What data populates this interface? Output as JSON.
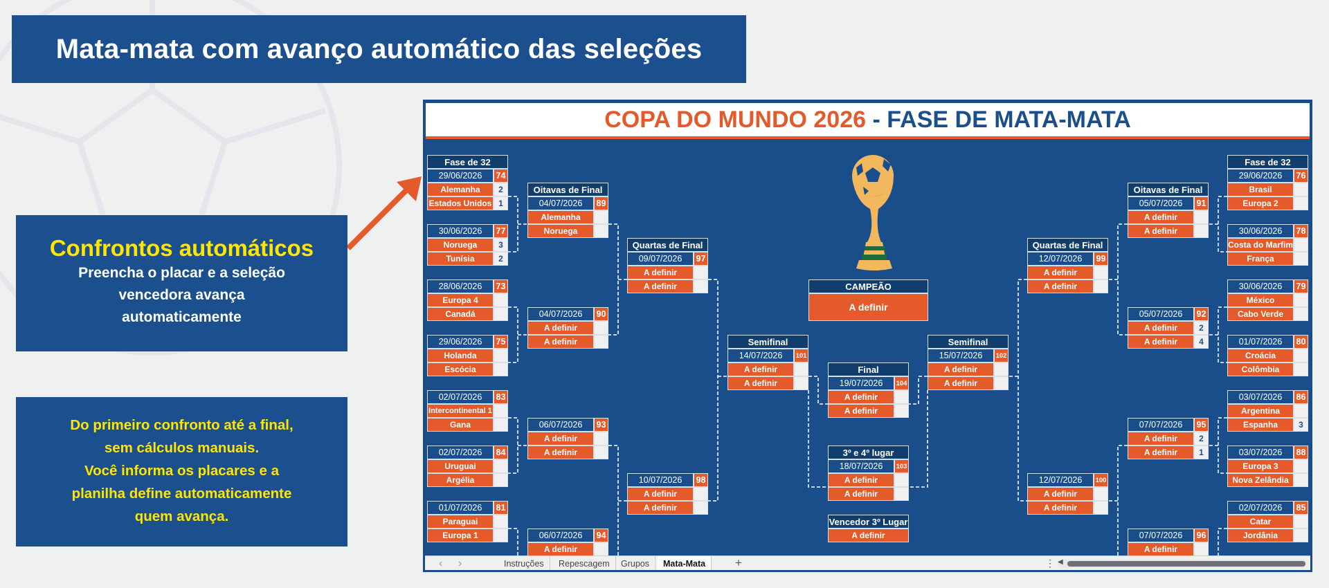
{
  "colors": {
    "brand_blue": "#1c4f8d",
    "sheet_blue": "#1a4e8b",
    "header_navy": "#123e6e",
    "orange": "#e55a2b",
    "yellow": "#ffe600",
    "score_bg": "#f0f0f0"
  },
  "banner": {
    "title": "Mata-mata com avanço automático das seleções"
  },
  "callout_auto": {
    "heading": "Confrontos automáticos",
    "lines": [
      "Preencha o placar e a seleção",
      "vencedora avança",
      "automaticamente"
    ]
  },
  "callout_manual": {
    "lines": [
      "Do primeiro confronto até a final,",
      "sem cálculos manuais.",
      "Você informa os placares e a",
      "planilha define automaticamente",
      "quem avança."
    ]
  },
  "sheet": {
    "title_part1": "COPA DO MUNDO 2026",
    "title_part2": " - FASE DE MATA-MATA"
  },
  "bracket": {
    "labels": {
      "r32": "Fase de 32",
      "r16": "Oitavas de Final",
      "qf": "Quartas de Final",
      "sf": "Semifinal",
      "final": "Final",
      "third": "3º e 4º lugar",
      "third_winner": "Vencedor 3º Lugar",
      "champion": "CAMPEÃO"
    },
    "left": {
      "r32": [
        {
          "date": "29/06/2026",
          "match": "74",
          "teams": [
            {
              "name": "Alemanha",
              "score": "2"
            },
            {
              "name": "Estados Unidos",
              "score": "1"
            }
          ]
        },
        {
          "date": "30/06/2026",
          "match": "77",
          "teams": [
            {
              "name": "Noruega",
              "score": "3"
            },
            {
              "name": "Tunísia",
              "score": "2"
            }
          ]
        },
        {
          "date": "28/06/2026",
          "match": "73",
          "teams": [
            {
              "name": "Europa 4",
              "score": ""
            },
            {
              "name": "Canadá",
              "score": ""
            }
          ]
        },
        {
          "date": "29/06/2026",
          "match": "75",
          "teams": [
            {
              "name": "Holanda",
              "score": ""
            },
            {
              "name": "Escócia",
              "score": ""
            }
          ]
        },
        {
          "date": "02/07/2026",
          "match": "83",
          "teams": [
            {
              "name": "Intercontinental 1",
              "score": ""
            },
            {
              "name": "Gana",
              "score": ""
            }
          ]
        },
        {
          "date": "02/07/2026",
          "match": "84",
          "teams": [
            {
              "name": "Uruguai",
              "score": ""
            },
            {
              "name": "Argélia",
              "score": ""
            }
          ]
        },
        {
          "date": "01/07/2026",
          "match": "81",
          "teams": [
            {
              "name": "Paraguai",
              "score": ""
            },
            {
              "name": "Europa 1",
              "score": ""
            }
          ]
        }
      ],
      "r16": [
        {
          "date": "04/07/2026",
          "match": "89",
          "teams": [
            {
              "name": "Alemanha",
              "score": ""
            },
            {
              "name": "Noruega",
              "score": ""
            }
          ]
        },
        {
          "date": "04/07/2026",
          "match": "90",
          "teams": [
            {
              "name": "A definir",
              "score": ""
            },
            {
              "name": "A definir",
              "score": ""
            }
          ]
        },
        {
          "date": "06/07/2026",
          "match": "93",
          "teams": [
            {
              "name": "A definir",
              "score": ""
            },
            {
              "name": "A definir",
              "score": ""
            }
          ]
        },
        {
          "date": "06/07/2026",
          "match": "94",
          "teams": [
            {
              "name": "A definir",
              "score": ""
            }
          ]
        }
      ],
      "qf": [
        {
          "date": "09/07/2026",
          "match": "97",
          "teams": [
            {
              "name": "A definir",
              "score": ""
            },
            {
              "name": "A definir",
              "score": ""
            }
          ]
        },
        {
          "date": "10/07/2026",
          "match": "98",
          "teams": [
            {
              "name": "A definir",
              "score": ""
            },
            {
              "name": "A definir",
              "score": ""
            }
          ]
        }
      ],
      "sf": {
        "date": "14/07/2026",
        "match": "101",
        "teams": [
          {
            "name": "A definir",
            "score": ""
          },
          {
            "name": "A definir",
            "score": ""
          }
        ]
      }
    },
    "right": {
      "r32": [
        {
          "date": "29/06/2026",
          "match": "76",
          "teams": [
            {
              "name": "Brasil",
              "score": ""
            },
            {
              "name": "Europa 2",
              "score": ""
            }
          ]
        },
        {
          "date": "30/06/2026",
          "match": "78",
          "teams": [
            {
              "name": "Costa do Marfim",
              "score": ""
            },
            {
              "name": "França",
              "score": ""
            }
          ]
        },
        {
          "date": "30/06/2026",
          "match": "79",
          "teams": [
            {
              "name": "México",
              "score": ""
            },
            {
              "name": "Cabo Verde",
              "score": ""
            }
          ]
        },
        {
          "date": "01/07/2026",
          "match": "80",
          "teams": [
            {
              "name": "Croácia",
              "score": ""
            },
            {
              "name": "Colômbia",
              "score": ""
            }
          ]
        },
        {
          "date": "03/07/2026",
          "match": "86",
          "teams": [
            {
              "name": "Argentina",
              "score": ""
            },
            {
              "name": "Espanha",
              "score": "3"
            }
          ]
        },
        {
          "date": "03/07/2026",
          "match": "88",
          "teams": [
            {
              "name": "Europa 3",
              "score": ""
            },
            {
              "name": "Nova Zelândia",
              "score": ""
            }
          ]
        },
        {
          "date": "02/07/2026",
          "match": "85",
          "teams": [
            {
              "name": "Catar",
              "score": ""
            },
            {
              "name": "Jordânia",
              "score": ""
            }
          ]
        }
      ],
      "r16": [
        {
          "date": "05/07/2026",
          "match": "91",
          "teams": [
            {
              "name": "A definir",
              "score": ""
            },
            {
              "name": "A definir",
              "score": ""
            }
          ]
        },
        {
          "date": "05/07/2026",
          "match": "92",
          "teams": [
            {
              "name": "A definir",
              "score": "2"
            },
            {
              "name": "A definir",
              "score": "4"
            }
          ]
        },
        {
          "date": "07/07/2026",
          "match": "95",
          "teams": [
            {
              "name": "A definir",
              "score": "2"
            },
            {
              "name": "A definir",
              "score": "1"
            }
          ]
        },
        {
          "date": "07/07/2026",
          "match": "96",
          "teams": [
            {
              "name": "A definir",
              "score": ""
            }
          ]
        }
      ],
      "qf": [
        {
          "date": "12/07/2026",
          "match": "99",
          "teams": [
            {
              "name": "A definir",
              "score": ""
            },
            {
              "name": "A definir",
              "score": ""
            }
          ]
        },
        {
          "date": "12/07/2026",
          "match": "100",
          "teams": [
            {
              "name": "A definir",
              "score": ""
            },
            {
              "name": "A definir",
              "score": ""
            }
          ]
        }
      ],
      "sf": {
        "date": "15/07/2026",
        "match": "102",
        "teams": [
          {
            "name": "A definir",
            "score": ""
          },
          {
            "name": "A definir",
            "score": ""
          }
        ]
      }
    },
    "final": {
      "date": "19/07/2026",
      "match": "104",
      "teams": [
        {
          "name": "A definir",
          "score": ""
        },
        {
          "name": "A definir",
          "score": ""
        }
      ]
    },
    "third": {
      "date": "18/07/2026",
      "match": "103",
      "teams": [
        {
          "name": "A definir",
          "score": ""
        },
        {
          "name": "A definir",
          "score": ""
        }
      ]
    },
    "third_winner": "A definir",
    "champion": "A definir"
  },
  "tabs": {
    "prev": "‹",
    "next": "›",
    "items": [
      "Instruções",
      "Repescagem",
      "Grupos",
      "Mata-Mata"
    ],
    "active": "Mata-Mata",
    "add": "+",
    "more": "⋮",
    "scroll_left": "◀"
  }
}
